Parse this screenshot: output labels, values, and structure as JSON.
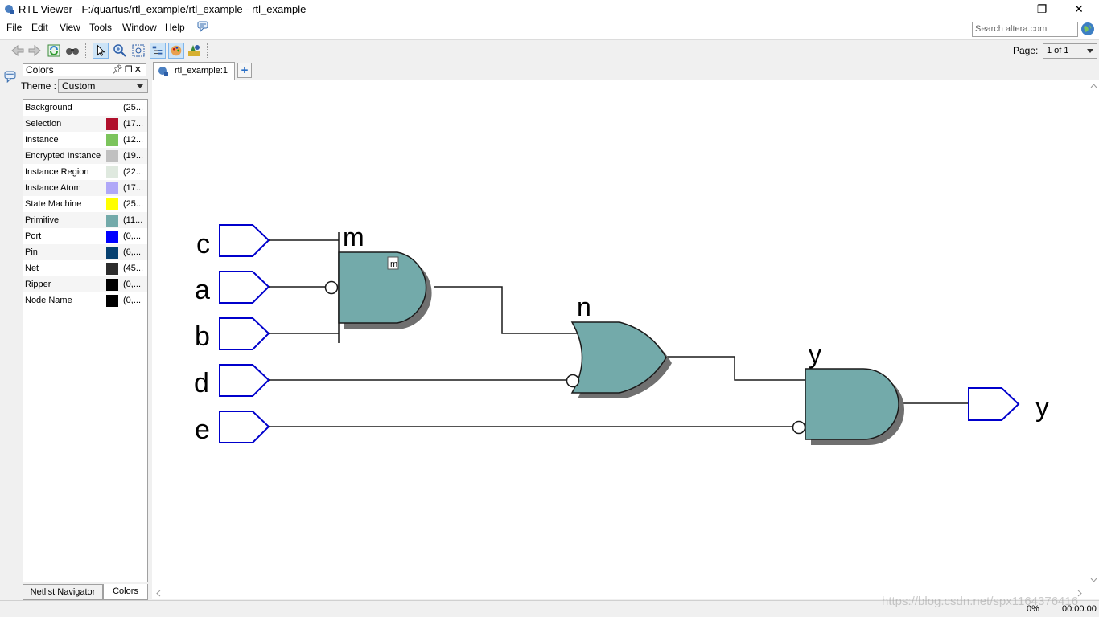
{
  "window": {
    "title": "RTL Viewer - F:/quartus/rtl_example/rtl_example - rtl_example",
    "minimize": "—",
    "restore": "❐",
    "close": "✕"
  },
  "menu": [
    "File",
    "Edit",
    "View",
    "Tools",
    "Window",
    "Help"
  ],
  "search": {
    "placeholder": "Search altera.com"
  },
  "toolbar": {
    "page_label": "Page:",
    "page_value": "1 of 1",
    "icons": [
      "back-icon",
      "forward-icon",
      "refresh-icon",
      "find-icon",
      "select-pointer-icon",
      "zoom-icon",
      "fit-window-icon",
      "hierarchy-icon",
      "color-palette-icon",
      "netlist-tool-icon"
    ]
  },
  "colors_panel": {
    "title": "Colors",
    "theme_label": "Theme :",
    "theme_value": "Custom",
    "items": [
      {
        "name": "Background",
        "color": "",
        "value": "(25..."
      },
      {
        "name": "Selection",
        "color": "#b0102c",
        "value": "(17..."
      },
      {
        "name": "Instance",
        "color": "#7cc45c",
        "value": "(12..."
      },
      {
        "name": "Encrypted Instance",
        "color": "#c0c0c0",
        "value": "(19..."
      },
      {
        "name": "Instance Region",
        "color": "#dfe9df",
        "value": "(22..."
      },
      {
        "name": "Instance Atom",
        "color": "#b0a8f8",
        "value": "(17..."
      },
      {
        "name": "State Machine",
        "color": "#ffff00",
        "value": "(25..."
      },
      {
        "name": "Primitive",
        "color": "#73aaaa",
        "value": "(11..."
      },
      {
        "name": "Port",
        "color": "#0000ff",
        "value": "(0,..."
      },
      {
        "name": "Pin",
        "color": "#064070",
        "value": "(6,..."
      },
      {
        "name": "Net",
        "color": "#2d2d2d",
        "value": "(45..."
      },
      {
        "name": "Ripper",
        "color": "#000000",
        "value": "(0,..."
      },
      {
        "name": "Node Name",
        "color": "#000000",
        "value": "(0,..."
      }
    ],
    "tabs": [
      "Netlist Navigator",
      "Colors"
    ]
  },
  "document_tab": {
    "label": "rtl_example:1",
    "add_label": "+"
  },
  "schematic": {
    "inputs": [
      "c",
      "a",
      "b",
      "d",
      "e"
    ],
    "output": "y",
    "instances": {
      "m": "m",
      "n": "n",
      "y": "y"
    },
    "tooltip": "m",
    "primitive_fill": "#73aaaa",
    "port_color": "#0000cc"
  },
  "status": {
    "progress": "0%",
    "time": "00:00:00"
  },
  "watermark": "https://blog.csdn.net/spx1164376416"
}
